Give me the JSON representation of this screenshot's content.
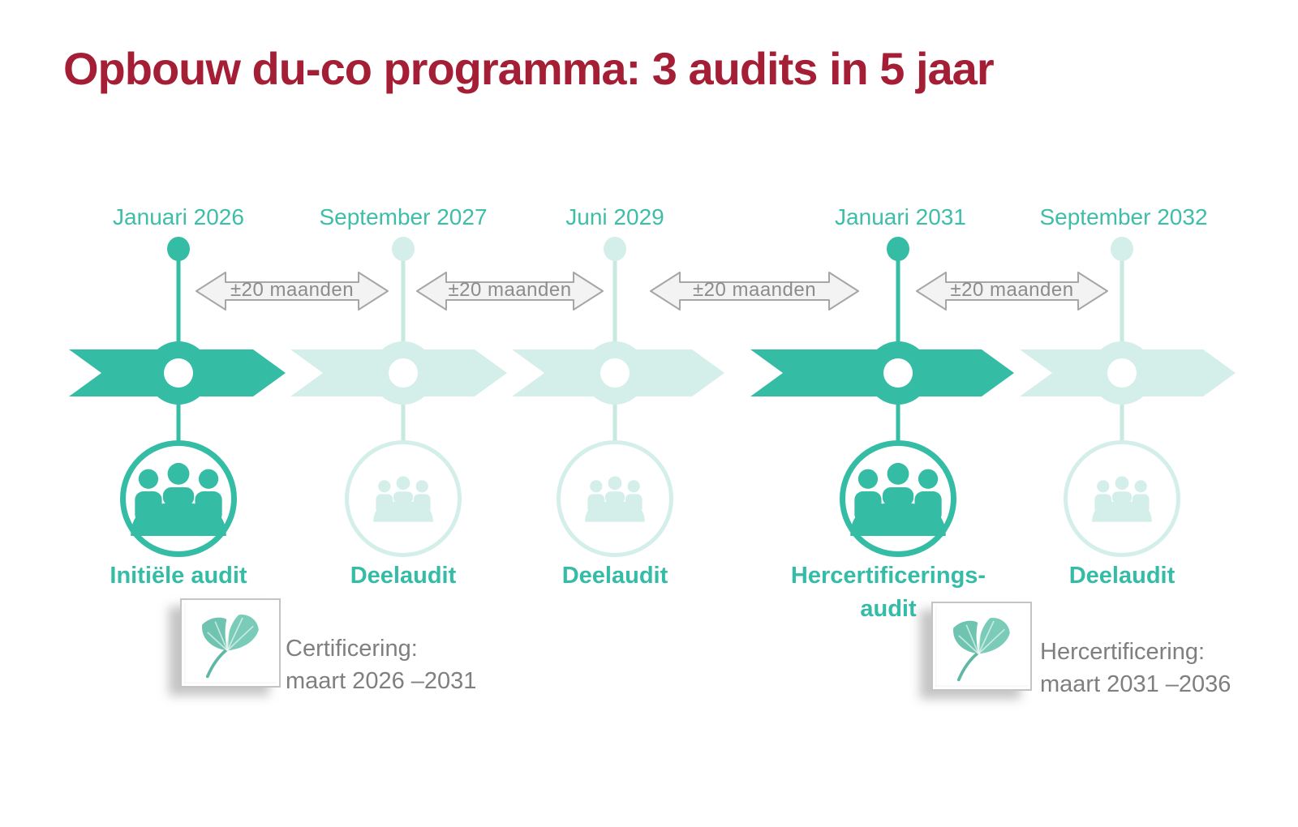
{
  "title": "Opbouw du-co programma: 3 audits in 5 jaar",
  "milestones": [
    {
      "date": "Januari 2026",
      "label": "Initiële audit",
      "emphasis": "dark"
    },
    {
      "date": "September 2027",
      "label": "Deelaudit",
      "emphasis": "light"
    },
    {
      "date": "Juni 2029",
      "label": "Deelaudit",
      "emphasis": "light"
    },
    {
      "date": "Januari 2031",
      "label": "Hercertificerings-\naudit",
      "emphasis": "dark"
    },
    {
      "date": "September 2032",
      "label": "Deelaudit",
      "emphasis": "light"
    }
  ],
  "intervals": [
    {
      "label": "±20 maanden"
    },
    {
      "label": "±20 maanden"
    },
    {
      "label": "±20 maanden"
    },
    {
      "label": "±20 maanden"
    }
  ],
  "certificates": [
    {
      "icon": "ginkgo-leaf-icon",
      "title": "Certificering:",
      "period": "maart 2026 –2031"
    },
    {
      "icon": "ginkgo-leaf-icon",
      "title": "Hercertificering:",
      "period": "maart 2031 –2036"
    }
  ],
  "icons": {
    "milestone_icon": "meeting-people-icon",
    "certificate_icon": "ginkgo-leaf-icon"
  },
  "colors": {
    "title_red": "#A41E35",
    "teal_dark": "#35BCA5",
    "teal_light": "#D4EFE9",
    "teal_text": "#3EBEA8",
    "arrow_fill": "#F3F3F3",
    "arrow_border": "#A6A6A6",
    "gray_text": "#7F7F7F"
  }
}
